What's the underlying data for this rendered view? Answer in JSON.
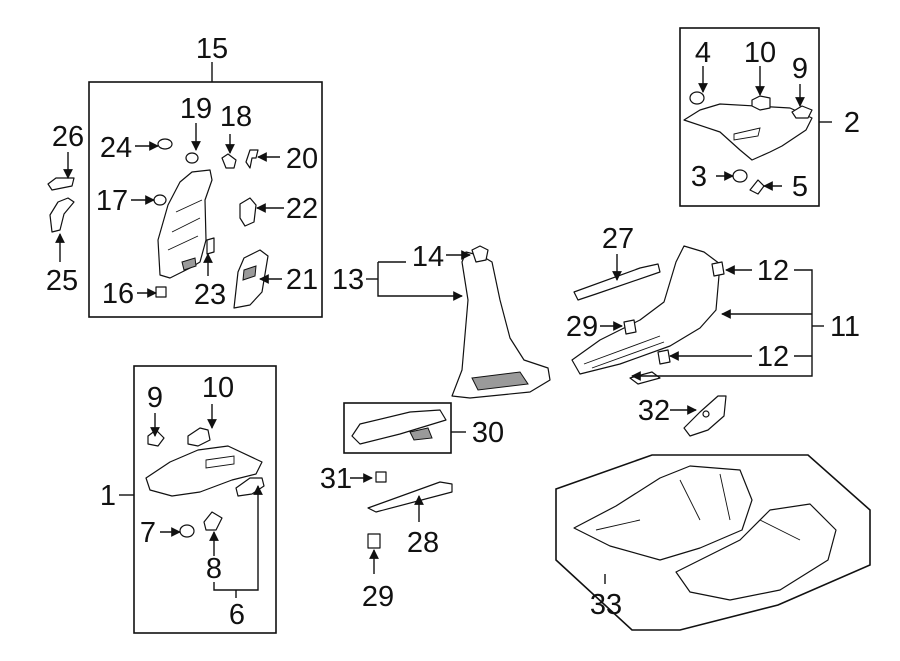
{
  "diagram": {
    "callouts": {
      "c1": "1",
      "c2": "2",
      "c3": "3",
      "c4": "4",
      "c5": "5",
      "c6": "6",
      "c7": "7",
      "c8": "8",
      "c9a": "9",
      "c9b": "9",
      "c10a": "10",
      "c10b": "10",
      "c11": "11",
      "c12a": "12",
      "c12b": "12",
      "c13": "13",
      "c14": "14",
      "c15": "15",
      "c16": "16",
      "c17": "17",
      "c18": "18",
      "c19": "19",
      "c20": "20",
      "c21": "21",
      "c22": "22",
      "c23": "23",
      "c24": "24",
      "c25": "25",
      "c26": "26",
      "c27": "27",
      "c28": "28",
      "c29a": "29",
      "c29b": "29",
      "c30": "30",
      "c31": "31",
      "c32": "32",
      "c33": "33"
    }
  }
}
